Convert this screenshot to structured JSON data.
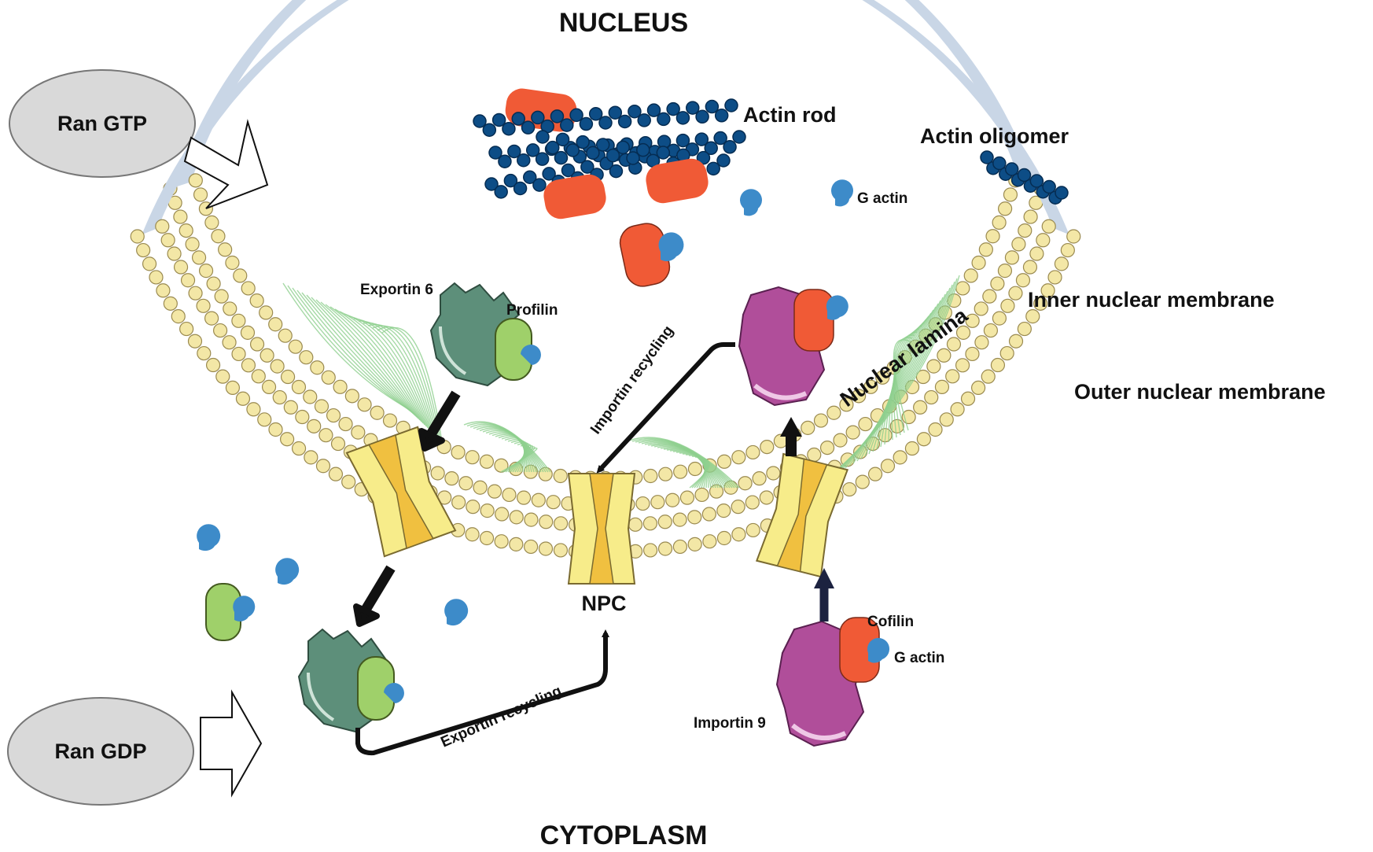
{
  "regions": {
    "nucleus": "NUCLEUS",
    "cytoplasm": "CYTOPLASM"
  },
  "ran": {
    "gtp": "Ran GTP",
    "gdp": "Ran GDP"
  },
  "membranes": {
    "inner": "Inner nuclear membrane",
    "outer": "Outer nuclear membrane",
    "lamina": "Nuclear lamina"
  },
  "actin": {
    "rod": "Actin rod",
    "oligomer": "Actin oligomer",
    "g_actin_nucleus": "G actin",
    "g_actin_cytoplasm": "G actin"
  },
  "proteins": {
    "exportin": "Exportin 6",
    "profilin": "Profilin",
    "importin": "Importin 9",
    "cofilin": "Cofilin"
  },
  "npc": "NPC",
  "recycling": {
    "importin": "Importin recycling",
    "exportin": "Exportin recycling"
  },
  "colors": {
    "lipid_head": "#f3e7a6",
    "lipid_tail": "#c9d6e6",
    "lamina": "#8fd08f",
    "npc_body": "#f7ec8a",
    "npc_core": "#f0c040",
    "actin_dark": "#0d4d86",
    "g_actin": "#3d8bc9",
    "cofilin_red": "#f05a36",
    "exportin_green": "#5d8f7a",
    "profilin_green": "#9fd06a",
    "importin_purple": "#b04e9a",
    "ran_fill": "#d9d9d9"
  }
}
